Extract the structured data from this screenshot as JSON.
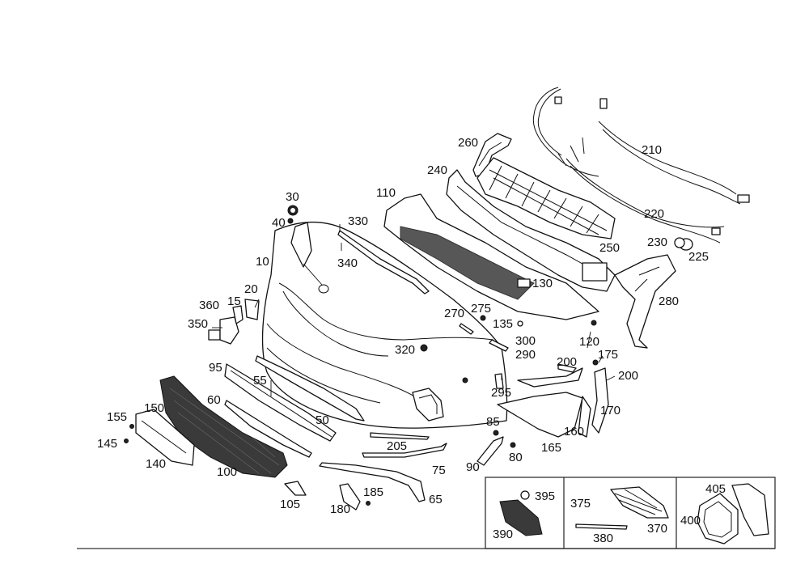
{
  "diagram": {
    "callouts": [
      {
        "id": "c10",
        "label": "10"
      },
      {
        "id": "c15",
        "label": "15"
      },
      {
        "id": "c20",
        "label": "20"
      },
      {
        "id": "c30",
        "label": "30"
      },
      {
        "id": "c40",
        "label": "40"
      },
      {
        "id": "c50",
        "label": "50"
      },
      {
        "id": "c55",
        "label": "55"
      },
      {
        "id": "c60",
        "label": "60"
      },
      {
        "id": "c65",
        "label": "65"
      },
      {
        "id": "c75",
        "label": "75"
      },
      {
        "id": "c80",
        "label": "80"
      },
      {
        "id": "c85",
        "label": "85"
      },
      {
        "id": "c90",
        "label": "90"
      },
      {
        "id": "c95",
        "label": "95"
      },
      {
        "id": "c100",
        "label": "100"
      },
      {
        "id": "c105",
        "label": "105"
      },
      {
        "id": "c110",
        "label": "110"
      },
      {
        "id": "c120",
        "label": "120"
      },
      {
        "id": "c130",
        "label": "130"
      },
      {
        "id": "c135",
        "label": "135"
      },
      {
        "id": "c140",
        "label": "140"
      },
      {
        "id": "c145",
        "label": "145"
      },
      {
        "id": "c150",
        "label": "150"
      },
      {
        "id": "c155",
        "label": "155"
      },
      {
        "id": "c160",
        "label": "160"
      },
      {
        "id": "c165",
        "label": "165"
      },
      {
        "id": "c170",
        "label": "170"
      },
      {
        "id": "c175",
        "label": "175"
      },
      {
        "id": "c180",
        "label": "180"
      },
      {
        "id": "c185",
        "label": "185"
      },
      {
        "id": "c200a",
        "label": "200"
      },
      {
        "id": "c200b",
        "label": "200"
      },
      {
        "id": "c205",
        "label": "205"
      },
      {
        "id": "c210",
        "label": "210"
      },
      {
        "id": "c220",
        "label": "220"
      },
      {
        "id": "c225",
        "label": "225"
      },
      {
        "id": "c230",
        "label": "230"
      },
      {
        "id": "c240",
        "label": "240"
      },
      {
        "id": "c250",
        "label": "250"
      },
      {
        "id": "c260",
        "label": "260"
      },
      {
        "id": "c270",
        "label": "270"
      },
      {
        "id": "c275",
        "label": "275"
      },
      {
        "id": "c280",
        "label": "280"
      },
      {
        "id": "c290",
        "label": "290"
      },
      {
        "id": "c295",
        "label": "295"
      },
      {
        "id": "c300",
        "label": "300"
      },
      {
        "id": "c320",
        "label": "320"
      },
      {
        "id": "c330",
        "label": "330"
      },
      {
        "id": "c340",
        "label": "340"
      },
      {
        "id": "c350",
        "label": "350"
      },
      {
        "id": "c360",
        "label": "360"
      },
      {
        "id": "c370",
        "label": "370"
      },
      {
        "id": "c375",
        "label": "375"
      },
      {
        "id": "c380",
        "label": "380"
      },
      {
        "id": "c390",
        "label": "390"
      },
      {
        "id": "c395",
        "label": "395"
      },
      {
        "id": "c400",
        "label": "400"
      },
      {
        "id": "c405",
        "label": "405"
      }
    ]
  }
}
